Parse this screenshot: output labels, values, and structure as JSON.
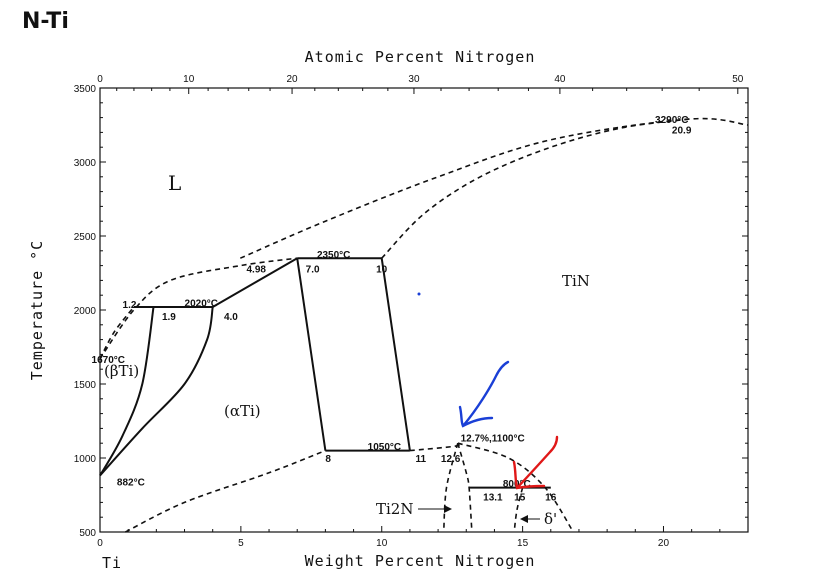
{
  "title": "N-Ti",
  "chart_data": {
    "type": "line",
    "title": "N-Ti",
    "xlabel": "Weight Percent Nitrogen",
    "x2label": "Atomic Percent Nitrogen",
    "ylabel": "Temperature °C",
    "xlim": [
      0,
      23
    ],
    "ylim": [
      500,
      3500
    ],
    "x_ticks": [
      0,
      5,
      10,
      15,
      20
    ],
    "x_tick_labels": [
      "0",
      "5",
      "10",
      "15",
      "20"
    ],
    "x2_ticks": [
      0,
      10,
      20,
      30,
      40,
      50
    ],
    "y_ticks": [
      500,
      1000,
      1500,
      2000,
      2500,
      3000,
      3500
    ],
    "x_end_label": "Ti",
    "phases": [
      "L",
      "TiN",
      "(βTi)",
      "(αTi)",
      "Ti2N",
      "δ'"
    ],
    "annotations": [
      {
        "text": "3290°C",
        "x": 19.7,
        "y": 3290
      },
      {
        "text": "20.9",
        "x": 20.3,
        "y": 3220
      },
      {
        "text": "2350°C",
        "x": 7.7,
        "y": 2380
      },
      {
        "text": "4.98",
        "x": 5.2,
        "y": 2280
      },
      {
        "text": "7.0",
        "x": 7.3,
        "y": 2280
      },
      {
        "text": "10",
        "x": 9.8,
        "y": 2280
      },
      {
        "text": "1.2",
        "x": 0.8,
        "y": 2040
      },
      {
        "text": "2020°C",
        "x": 3.0,
        "y": 2050
      },
      {
        "text": "1.9",
        "x": 2.2,
        "y": 1960
      },
      {
        "text": "4.0",
        "x": 4.4,
        "y": 1960
      },
      {
        "text": "1670°C",
        "x": -0.3,
        "y": 1670
      },
      {
        "text": "1050°C",
        "x": 9.5,
        "y": 1080
      },
      {
        "text": "8",
        "x": 8.0,
        "y": 1000
      },
      {
        "text": "11",
        "x": 11.2,
        "y": 1000
      },
      {
        "text": "12.6",
        "x": 12.1,
        "y": 1000
      },
      {
        "text": "12.7%,1100°C",
        "x": 12.8,
        "y": 1140
      },
      {
        "text": "882°C",
        "x": 0.6,
        "y": 840
      },
      {
        "text": "800°C",
        "x": 14.3,
        "y": 830
      },
      {
        "text": "13.1",
        "x": 13.6,
        "y": 740
      },
      {
        "text": "15",
        "x": 14.7,
        "y": 740
      },
      {
        "text": "16",
        "x": 15.8,
        "y": 740
      }
    ],
    "series": [
      {
        "style": "solid",
        "x": [
          7.0,
          10.0
        ],
        "y": [
          2350,
          2350
        ]
      },
      {
        "style": "solid",
        "x": [
          1.2,
          4.0
        ],
        "y": [
          2020,
          2020
        ]
      },
      {
        "style": "solid",
        "x": [
          4.0,
          7.0
        ],
        "y": [
          2020,
          2350
        ]
      },
      {
        "style": "solid",
        "x": [
          7.0,
          8.0
        ],
        "y": [
          2350,
          1050
        ]
      },
      {
        "style": "solid",
        "x": [
          10.0,
          11.0
        ],
        "y": [
          2350,
          1050
        ]
      },
      {
        "style": "solid",
        "x": [
          8.0,
          11.0
        ],
        "y": [
          1050,
          1050
        ]
      },
      {
        "style": "solid",
        "x": [
          1.9,
          1.5,
          0.8,
          0.0
        ],
        "y": [
          2020,
          1500,
          1150,
          882
        ]
      },
      {
        "style": "solid",
        "x": [
          0.0,
          1.5,
          3.0,
          3.8,
          4.0
        ],
        "y": [
          882,
          1200,
          1500,
          1800,
          2020
        ]
      },
      {
        "style": "solid",
        "x": [
          13.1,
          16.0
        ],
        "y": [
          800,
          800
        ]
      },
      {
        "style": "dash",
        "x": [
          0.0,
          0.5,
          1.2
        ],
        "y": [
          1670,
          1850,
          2020
        ]
      },
      {
        "style": "dash",
        "x": [
          0.0,
          1.2,
          2.5,
          4.98,
          7.0
        ],
        "y": [
          1670,
          2000,
          2200,
          2300,
          2350
        ]
      },
      {
        "style": "dash",
        "x": [
          4.98,
          8.0,
          12.0,
          16.0,
          20.9,
          23.0
        ],
        "y": [
          2350,
          2600,
          2900,
          3150,
          3290,
          3250
        ]
      },
      {
        "style": "dash",
        "x": [
          10.0,
          11.5,
          13.5,
          16.0,
          18.5,
          20.9
        ],
        "y": [
          2350,
          2650,
          2900,
          3100,
          3230,
          3290
        ]
      },
      {
        "style": "dash",
        "x": [
          0.9,
          3.0,
          6.0,
          8.0
        ],
        "y": [
          500,
          700,
          900,
          1050
        ]
      },
      {
        "style": "dash",
        "x": [
          11.0,
          12.6,
          12.7
        ],
        "y": [
          1050,
          1080,
          1100
        ]
      },
      {
        "style": "dash",
        "x": [
          12.7,
          12.3,
          12.2
        ],
        "y": [
          1100,
          800,
          500
        ]
      },
      {
        "style": "dash",
        "x": [
          12.7,
          13.0,
          13.1,
          13.2
        ],
        "y": [
          1100,
          900,
          800,
          500
        ]
      },
      {
        "style": "dash",
        "x": [
          12.7,
          14.5,
          15.8,
          16.8
        ],
        "y": [
          1100,
          1000,
          800,
          500
        ]
      },
      {
        "style": "dash",
        "x": [
          15.0,
          14.8,
          14.7
        ],
        "y": [
          800,
          650,
          500
        ]
      }
    ]
  }
}
